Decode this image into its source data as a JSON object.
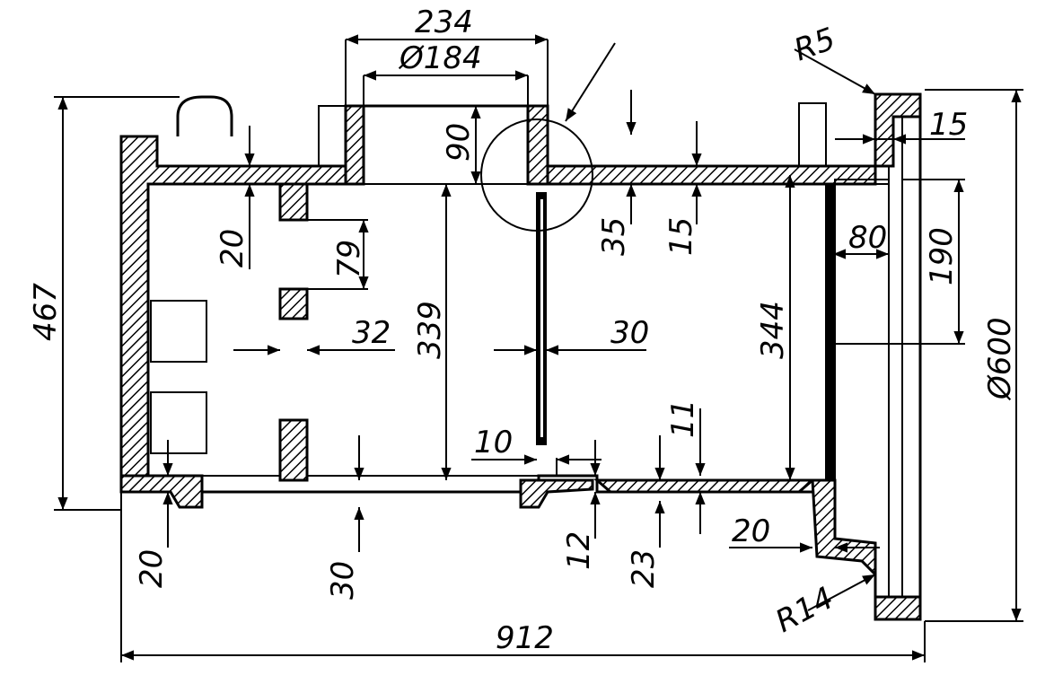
{
  "dimensions": {
    "d234": "234",
    "d184": "Ø184",
    "d90": "90",
    "r5": "R5",
    "d15_right": "15",
    "d467": "467",
    "d20_top": "20",
    "d79": "79",
    "d32": "32",
    "d339": "339",
    "d30_mid": "30",
    "d35": "35",
    "d15_mid": "15",
    "d344": "344",
    "d80": "80",
    "d190": "190",
    "d600": "Ø600",
    "d10": "10",
    "d11": "11",
    "d20_bottom_right": "20",
    "d20_bottom_left": "20",
    "d30_bottom": "30",
    "d12": "12",
    "d23": "23",
    "r14": "R14",
    "d912": "912"
  }
}
